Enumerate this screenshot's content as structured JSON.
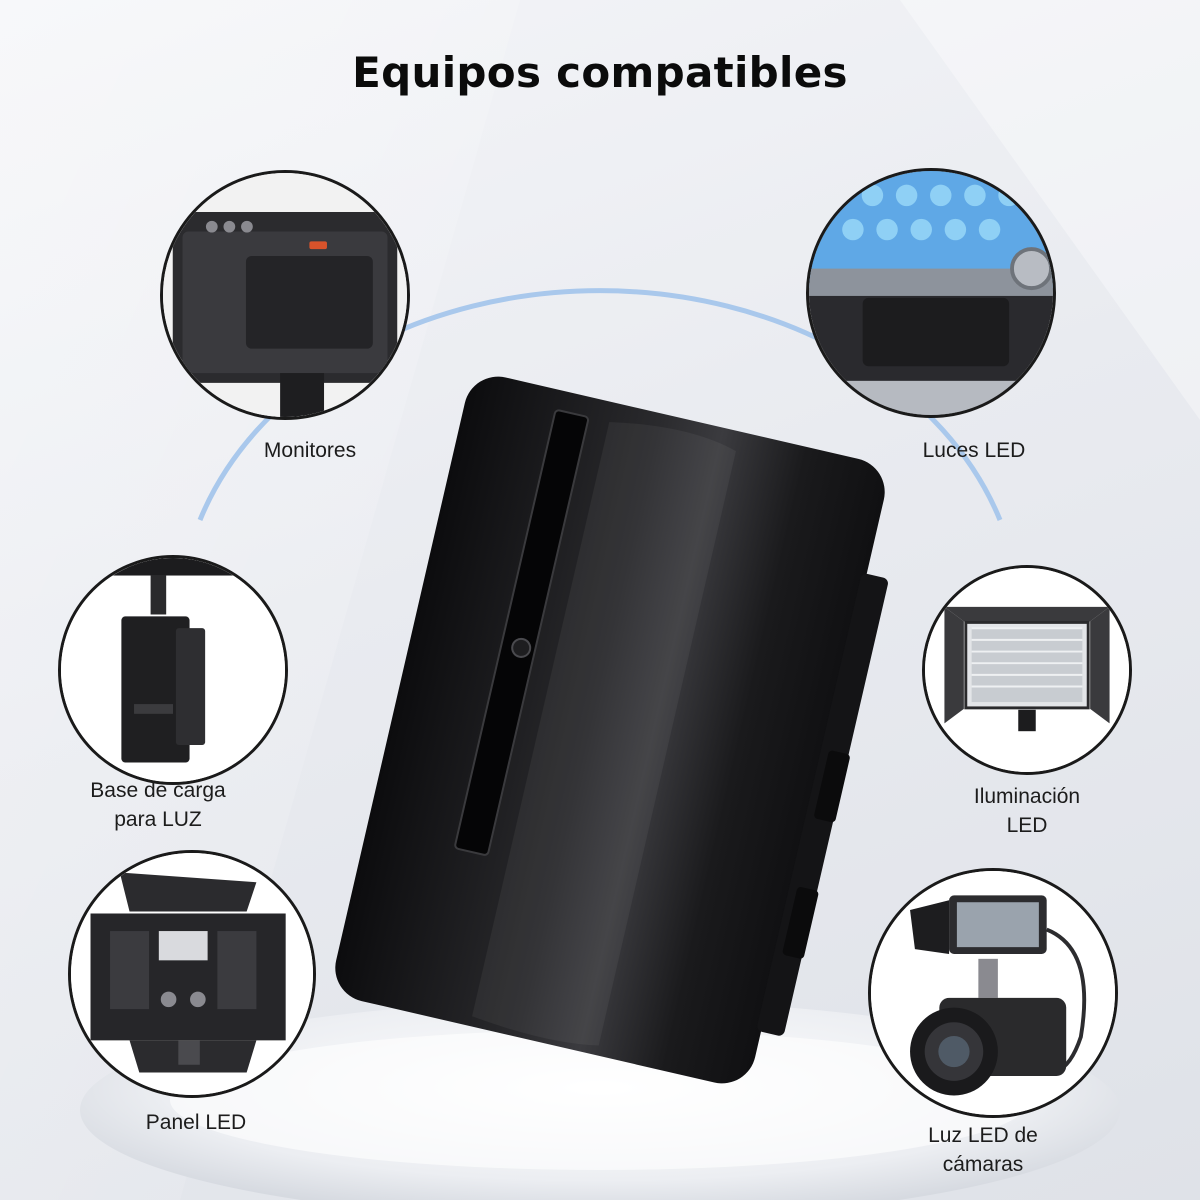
{
  "title": "Equipos compatibles",
  "colors": {
    "arc": "#a9c8ec",
    "battery": "#1b1b1d",
    "ring_border": "#1a1a1a"
  },
  "items": [
    {
      "id": "monitores",
      "icon": "monitor-icon",
      "lines": [
        "Monitores"
      ]
    },
    {
      "id": "luces-led",
      "icon": "rgb-led-light-icon",
      "lines": [
        "Luces LED"
      ]
    },
    {
      "id": "base-carga",
      "icon": "battery-plate-icon",
      "lines": [
        "Base de carga",
        "para LUZ"
      ]
    },
    {
      "id": "iluminacion-led",
      "icon": "led-panel-light-icon",
      "lines": [
        "Iluminación",
        "LED"
      ]
    },
    {
      "id": "panel-led",
      "icon": "led-panel-back-icon",
      "lines": [
        "Panel LED"
      ]
    },
    {
      "id": "luz-camaras",
      "icon": "camera-rig-icon",
      "lines": [
        "Luz LED de",
        "cámaras"
      ]
    }
  ]
}
